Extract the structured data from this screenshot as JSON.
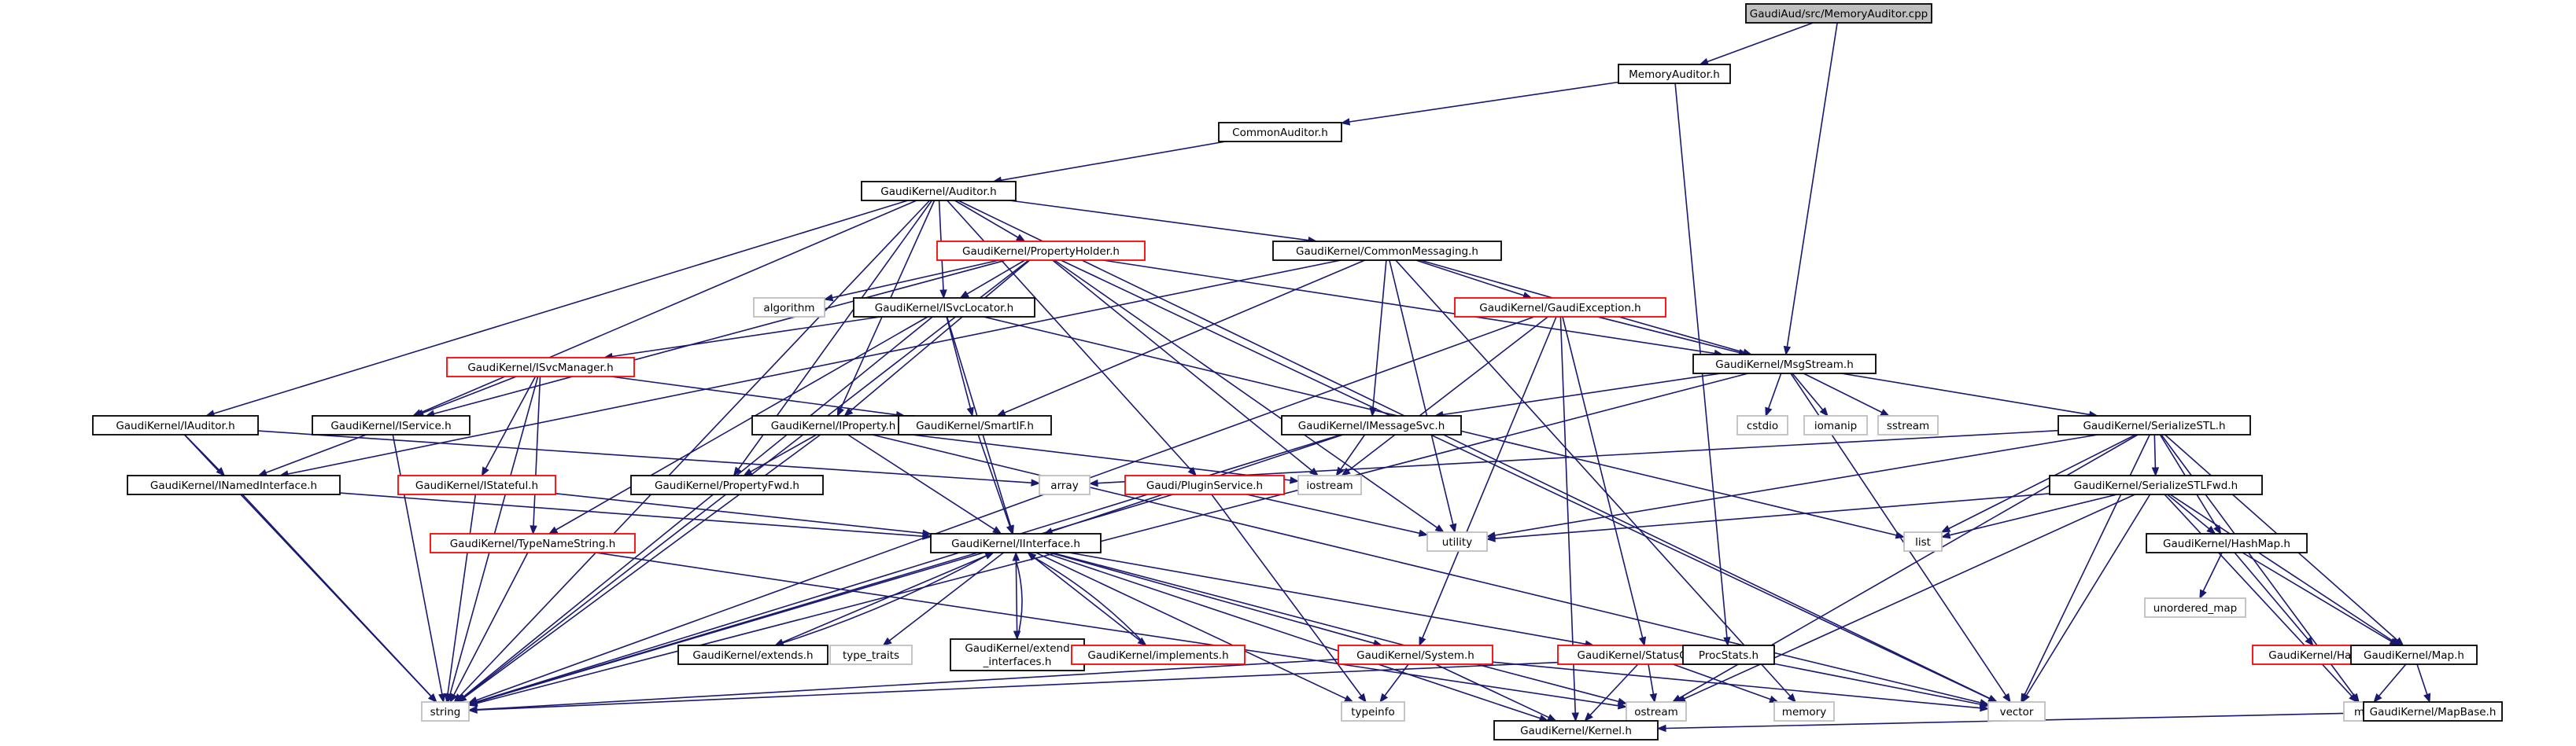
{
  "colors": {
    "edge": "#191970",
    "node_border_documented": "#000000",
    "node_border_truncated": "#ff0000",
    "node_border_external": "#bfbfbf",
    "root_fill": "#bfbfbf"
  },
  "nodes": [
    {
      "id": "root",
      "label": "GaudiAud/src/MemoryAuditor.cpp",
      "kind": "root"
    },
    {
      "id": "memaud",
      "label": "MemoryAuditor.h",
      "kind": "doc"
    },
    {
      "id": "common",
      "label": "CommonAuditor.h",
      "kind": "doc"
    },
    {
      "id": "auditor",
      "label": "GaudiKernel/Auditor.h",
      "kind": "doc"
    },
    {
      "id": "propholder",
      "label": "GaudiKernel/PropertyHolder.h",
      "kind": "truncated"
    },
    {
      "id": "commsg",
      "label": "GaudiKernel/CommonMessaging.h",
      "kind": "doc"
    },
    {
      "id": "algorithm",
      "label": "algorithm",
      "kind": "external"
    },
    {
      "id": "isvcloc",
      "label": "GaudiKernel/ISvcLocator.h",
      "kind": "doc"
    },
    {
      "id": "gexc",
      "label": "GaudiKernel/GaudiException.h",
      "kind": "truncated"
    },
    {
      "id": "msgstream",
      "label": "GaudiKernel/MsgStream.h",
      "kind": "doc"
    },
    {
      "id": "isvcmgr",
      "label": "GaudiKernel/ISvcManager.h",
      "kind": "truncated"
    },
    {
      "id": "iauditor",
      "label": "GaudiKernel/IAuditor.h",
      "kind": "doc"
    },
    {
      "id": "iservice",
      "label": "GaudiKernel/IService.h",
      "kind": "doc"
    },
    {
      "id": "iproperty",
      "label": "GaudiKernel/IProperty.h",
      "kind": "doc"
    },
    {
      "id": "smartif",
      "label": "GaudiKernel/SmartIF.h",
      "kind": "doc"
    },
    {
      "id": "imsgsvc",
      "label": "GaudiKernel/IMessageSvc.h",
      "kind": "doc"
    },
    {
      "id": "cstdio",
      "label": "cstdio",
      "kind": "external"
    },
    {
      "id": "iomanip",
      "label": "iomanip",
      "kind": "external"
    },
    {
      "id": "sstream",
      "label": "sstream",
      "kind": "external"
    },
    {
      "id": "serstl",
      "label": "GaudiKernel/SerializeSTL.h",
      "kind": "doc"
    },
    {
      "id": "inamed",
      "label": "GaudiKernel/INamedInterface.h",
      "kind": "doc"
    },
    {
      "id": "istateful",
      "label": "GaudiKernel/IStateful.h",
      "kind": "truncated"
    },
    {
      "id": "array",
      "label": "array",
      "kind": "external"
    },
    {
      "id": "propfwd",
      "label": "GaudiKernel/PropertyFwd.h",
      "kind": "doc"
    },
    {
      "id": "iostream",
      "label": "iostream",
      "kind": "external"
    },
    {
      "id": "plugin",
      "label": "Gaudi/PluginService.h",
      "kind": "truncated"
    },
    {
      "id": "serstlfwd",
      "label": "GaudiKernel/SerializeSTLFwd.h",
      "kind": "doc"
    },
    {
      "id": "list",
      "label": "list",
      "kind": "external"
    },
    {
      "id": "typename",
      "label": "GaudiKernel/TypeNameString.h",
      "kind": "truncated"
    },
    {
      "id": "iinterface",
      "label": "GaudiKernel/IInterface.h",
      "kind": "doc"
    },
    {
      "id": "utility",
      "label": "utility",
      "kind": "external"
    },
    {
      "id": "hashmap",
      "label": "GaudiKernel/HashMap.h",
      "kind": "doc"
    },
    {
      "id": "extends",
      "label": "GaudiKernel/extends.h",
      "kind": "doc"
    },
    {
      "id": "typetraits",
      "label": "type_traits",
      "kind": "external"
    },
    {
      "id": "extendinterfaces",
      "label": "GaudiKernel/extend_interfaces.h",
      "kind": "doc",
      "lines": [
        "GaudiKernel/extend",
        "_interfaces.h"
      ]
    },
    {
      "id": "implements",
      "label": "GaudiKernel/implements.h",
      "kind": "truncated"
    },
    {
      "id": "system",
      "label": "GaudiKernel/System.h",
      "kind": "truncated"
    },
    {
      "id": "statuscode",
      "label": "GaudiKernel/StatusCode.h",
      "kind": "truncated"
    },
    {
      "id": "procstats",
      "label": "ProcStats.h",
      "kind": "doc"
    },
    {
      "id": "unorderedmap",
      "label": "unordered_map",
      "kind": "external"
    },
    {
      "id": "hash",
      "label": "GaudiKernel/Hash.h",
      "kind": "truncated"
    },
    {
      "id": "map_h",
      "label": "GaudiKernel/Map.h",
      "kind": "doc"
    },
    {
      "id": "string",
      "label": "string",
      "kind": "external"
    },
    {
      "id": "typeinfo",
      "label": "typeinfo",
      "kind": "external"
    },
    {
      "id": "ostream",
      "label": "ostream",
      "kind": "external"
    },
    {
      "id": "memory",
      "label": "memory",
      "kind": "external"
    },
    {
      "id": "vector",
      "label": "vector",
      "kind": "external"
    },
    {
      "id": "map",
      "label": "map",
      "kind": "external"
    },
    {
      "id": "mapbase",
      "label": "GaudiKernel/MapBase.h",
      "kind": "doc"
    },
    {
      "id": "kernel",
      "label": "GaudiKernel/Kernel.h",
      "kind": "doc"
    }
  ],
  "edges": [
    [
      "root",
      "memaud"
    ],
    [
      "root",
      "msgstream"
    ],
    [
      "memaud",
      "common"
    ],
    [
      "memaud",
      "procstats"
    ],
    [
      "common",
      "auditor"
    ],
    [
      "auditor",
      "propholder"
    ],
    [
      "auditor",
      "commsg"
    ],
    [
      "auditor",
      "isvcloc"
    ],
    [
      "auditor",
      "iauditor"
    ],
    [
      "auditor",
      "iservice"
    ],
    [
      "auditor",
      "iproperty"
    ],
    [
      "auditor",
      "propfwd"
    ],
    [
      "auditor",
      "plugin"
    ],
    [
      "auditor",
      "string"
    ],
    [
      "auditor",
      "vector"
    ],
    [
      "propholder",
      "algorithm"
    ],
    [
      "propholder",
      "isvcloc"
    ],
    [
      "propholder",
      "msgstream"
    ],
    [
      "propholder",
      "iproperty"
    ],
    [
      "propholder",
      "iservice"
    ],
    [
      "propholder",
      "iostream"
    ],
    [
      "propholder",
      "utility"
    ],
    [
      "propholder",
      "string"
    ],
    [
      "propholder",
      "vector"
    ],
    [
      "commsg",
      "gexc"
    ],
    [
      "commsg",
      "msgstream"
    ],
    [
      "commsg",
      "imsgsvc"
    ],
    [
      "commsg",
      "smartif"
    ],
    [
      "commsg",
      "inamed"
    ],
    [
      "commsg",
      "utility"
    ],
    [
      "commsg",
      "memory"
    ],
    [
      "isvcloc",
      "isvcmgr"
    ],
    [
      "isvcloc",
      "smartif"
    ],
    [
      "isvcloc",
      "iinterface"
    ],
    [
      "isvcloc",
      "typename"
    ],
    [
      "isvcloc",
      "list"
    ],
    [
      "isvcloc",
      "string"
    ],
    [
      "gexc",
      "msgstream"
    ],
    [
      "gexc",
      "statuscode"
    ],
    [
      "gexc",
      "system"
    ],
    [
      "gexc",
      "kernel"
    ],
    [
      "gexc",
      "iostream"
    ],
    [
      "gexc",
      "string"
    ],
    [
      "msgstream",
      "cstdio"
    ],
    [
      "msgstream",
      "iomanip"
    ],
    [
      "msgstream",
      "sstream"
    ],
    [
      "msgstream",
      "serstl"
    ],
    [
      "msgstream",
      "imsgsvc"
    ],
    [
      "msgstream",
      "string"
    ],
    [
      "msgstream",
      "vector"
    ],
    [
      "isvcmgr",
      "iservice"
    ],
    [
      "isvcmgr",
      "smartif"
    ],
    [
      "isvcmgr",
      "istateful"
    ],
    [
      "isvcmgr",
      "typename"
    ],
    [
      "isvcmgr",
      "string"
    ],
    [
      "iauditor",
      "inamed"
    ],
    [
      "iauditor",
      "array"
    ],
    [
      "iauditor",
      "string"
    ],
    [
      "iservice",
      "inamed"
    ],
    [
      "iservice",
      "string"
    ],
    [
      "iproperty",
      "iinterface"
    ],
    [
      "iproperty",
      "propfwd"
    ],
    [
      "iproperty",
      "iostream"
    ],
    [
      "iproperty",
      "vector"
    ],
    [
      "iproperty",
      "string"
    ],
    [
      "smartif",
      "iinterface"
    ],
    [
      "imsgsvc",
      "iinterface"
    ],
    [
      "imsgsvc",
      "iostream"
    ],
    [
      "imsgsvc",
      "string"
    ],
    [
      "serstl",
      "serstlfwd"
    ],
    [
      "serstl",
      "hashmap"
    ],
    [
      "serstl",
      "map_h"
    ],
    [
      "serstl",
      "list"
    ],
    [
      "serstl",
      "utility"
    ],
    [
      "serstl",
      "vector"
    ],
    [
      "serstl",
      "ostream"
    ],
    [
      "serstl",
      "array"
    ],
    [
      "serstl",
      "map"
    ],
    [
      "inamed",
      "iinterface"
    ],
    [
      "inamed",
      "string"
    ],
    [
      "istateful",
      "iinterface"
    ],
    [
      "istateful",
      "string"
    ],
    [
      "plugin",
      "utility"
    ],
    [
      "plugin",
      "typeinfo"
    ],
    [
      "plugin",
      "string"
    ],
    [
      "serstlfwd",
      "hashmap"
    ],
    [
      "serstlfwd",
      "map_h"
    ],
    [
      "serstlfwd",
      "list"
    ],
    [
      "serstlfwd",
      "utility"
    ],
    [
      "serstlfwd",
      "vector"
    ],
    [
      "serstlfwd",
      "ostream"
    ],
    [
      "serstlfwd",
      "map"
    ],
    [
      "typename",
      "string"
    ],
    [
      "typename",
      "ostream"
    ],
    [
      "iinterface",
      "extends"
    ],
    [
      "iinterface",
      "typetraits"
    ],
    [
      "iinterface",
      "extendinterfaces"
    ],
    [
      "iinterface",
      "implements"
    ],
    [
      "iinterface",
      "system"
    ],
    [
      "iinterface",
      "statuscode"
    ],
    [
      "iinterface",
      "kernel"
    ],
    [
      "iinterface",
      "typeinfo"
    ],
    [
      "iinterface",
      "ostream"
    ],
    [
      "iinterface",
      "string"
    ],
    [
      "extends",
      "iinterface"
    ],
    [
      "extendinterfaces",
      "iinterface"
    ],
    [
      "implements",
      "iinterface"
    ],
    [
      "hashmap",
      "unorderedmap"
    ],
    [
      "hashmap",
      "hash"
    ],
    [
      "hashmap",
      "map_h"
    ],
    [
      "system",
      "kernel"
    ],
    [
      "system",
      "typeinfo"
    ],
    [
      "system",
      "string"
    ],
    [
      "system",
      "vector"
    ],
    [
      "statuscode",
      "kernel"
    ],
    [
      "statuscode",
      "ostream"
    ],
    [
      "statuscode",
      "memory"
    ],
    [
      "procstats",
      "string"
    ],
    [
      "procstats",
      "vector"
    ],
    [
      "map_h",
      "mapbase"
    ],
    [
      "map_h",
      "map"
    ],
    [
      "mapbase",
      "kernel"
    ]
  ]
}
